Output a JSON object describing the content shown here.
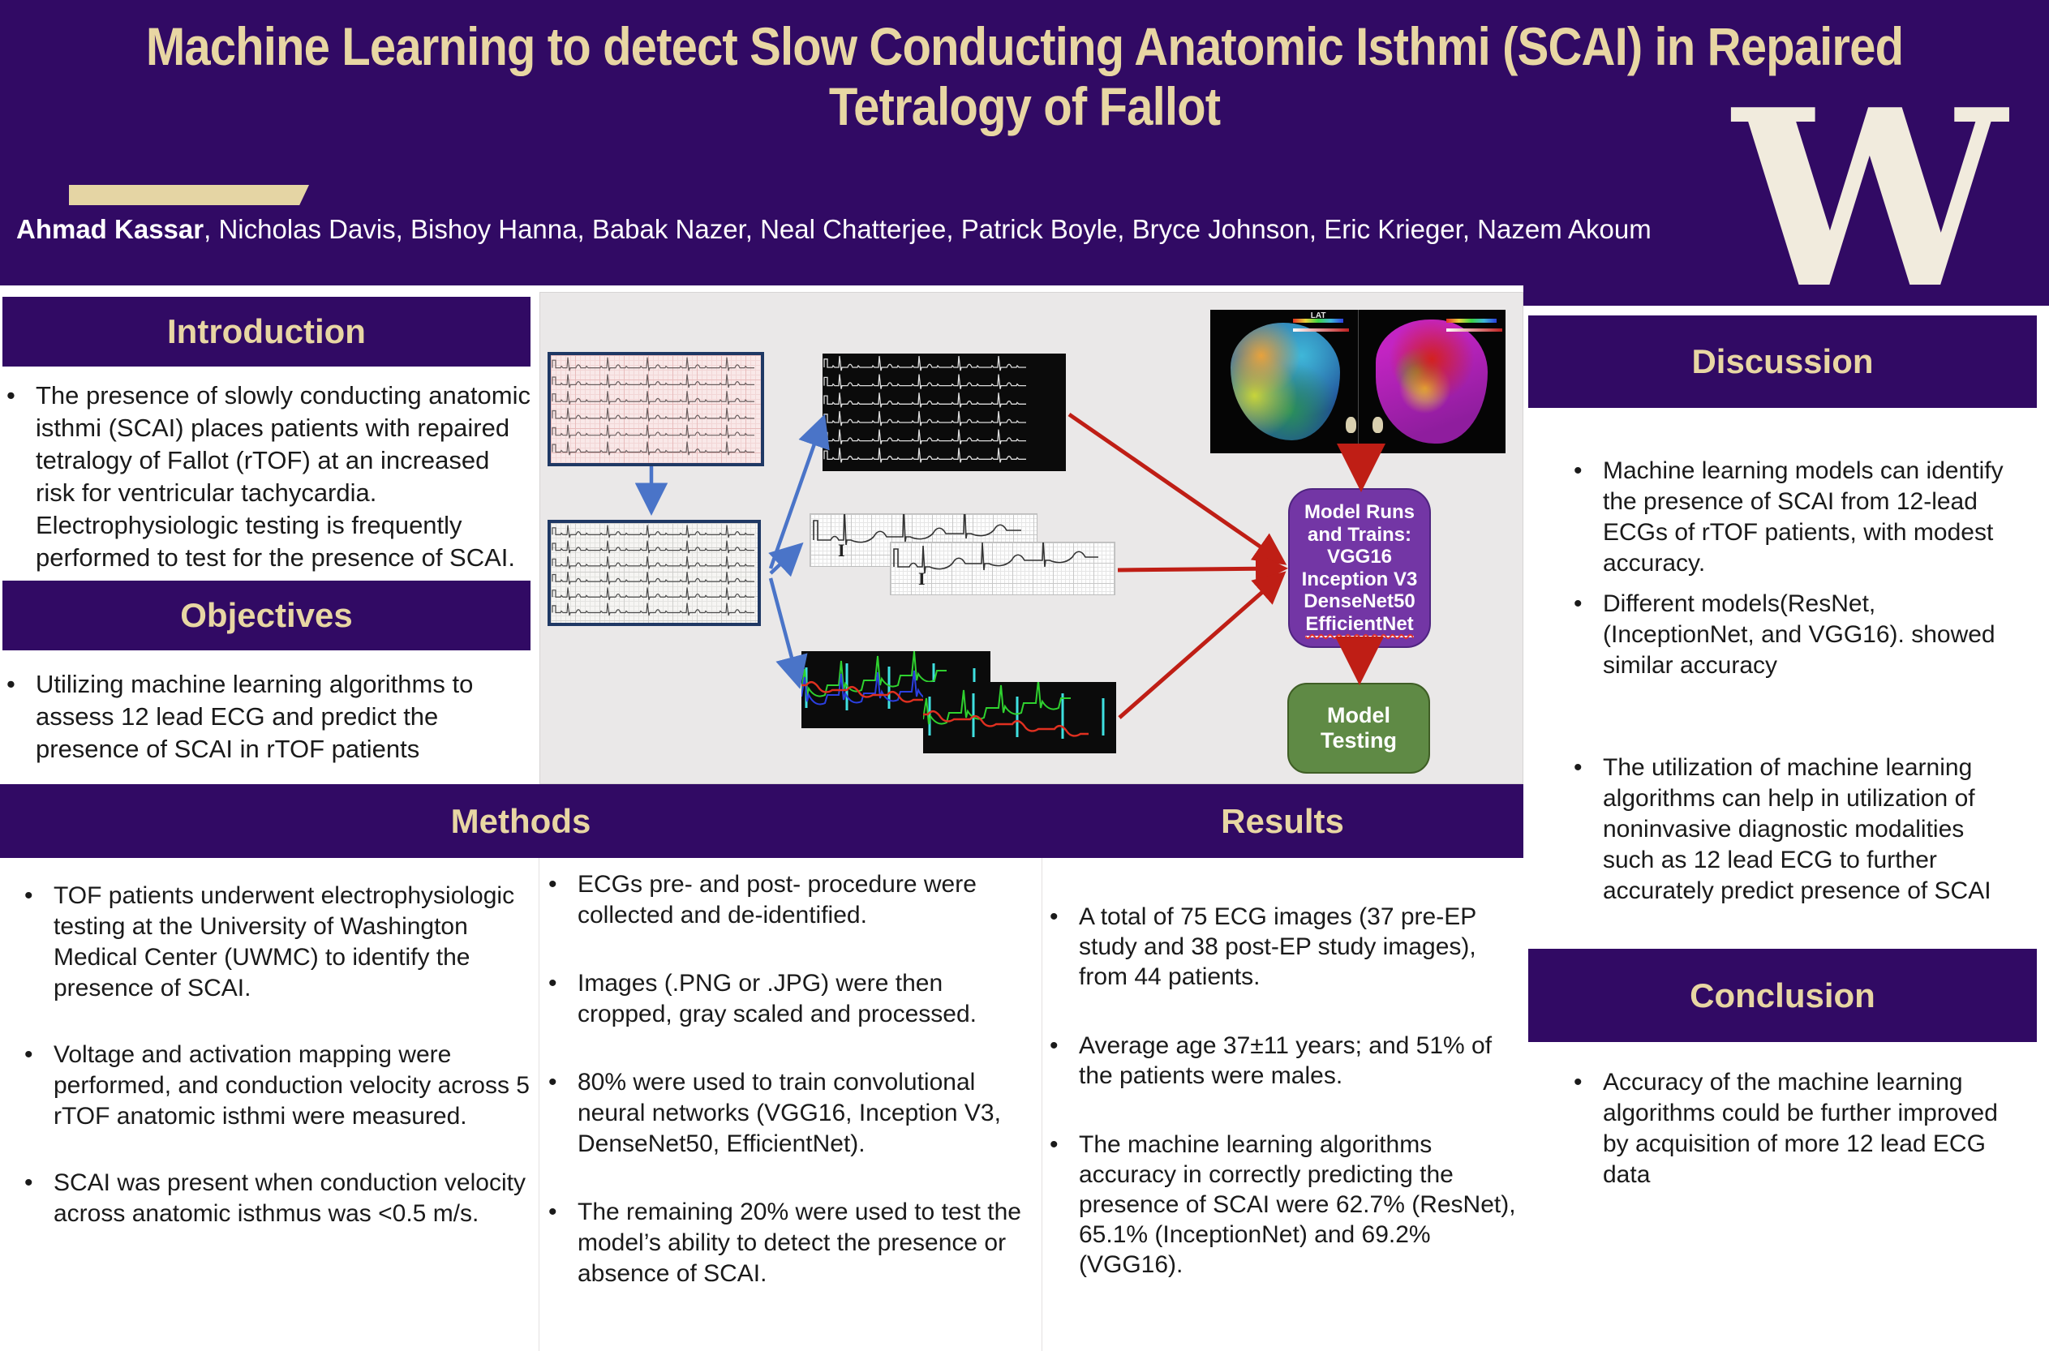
{
  "header": {
    "title_line1": "Machine Learning to detect Slow Conducting Anatomic Isthmi (SCAI) in Repaired",
    "title_line2": "Tetralogy of Fallot",
    "author_lead": "Ahmad Kassar",
    "authors_rest": ", Nicholas Davis, Bishoy Hanna, Babak Nazer, Neal Chatterjee, Patrick Boyle, Bryce Johnson, Eric Krieger, Nazem Akoum",
    "logo_letter": "W",
    "colors": {
      "uw_purple": "#310a64",
      "heading_tan": "#e8d6a3",
      "model_box_purple": "#7336a5",
      "testing_box_green": "#5f8a45",
      "arrow_red": "#bf1e15",
      "arrow_blue": "#4a74c8"
    }
  },
  "sections": {
    "introduction": {
      "title": "Introduction",
      "bullets": [
        "The presence of slowly conducting anatomic isthmi (SCAI) places patients with repaired tetralogy of Fallot (rTOF) at an increased risk for ventricular tachycardia. Electrophysiologic testing is frequently performed to test for the presence of SCAI."
      ]
    },
    "objectives": {
      "title": "Objectives",
      "bullets": [
        "Utilizing machine learning algorithms to assess 12 lead ECG and predict the presence of SCAI in rTOF patients"
      ]
    },
    "methods": {
      "title": "Methods",
      "col1_bullets": [
        "TOF patients underwent electrophysiologic testing at the University of Washington Medical Center (UWMC) to identify the presence of SCAI.",
        "Voltage and activation mapping were performed, and conduction velocity across 5 rTOF anatomic isthmi were measured.",
        "SCAI was present when conduction velocity across anatomic isthmus was <0.5 m/s."
      ],
      "col2_bullets": [
        "ECGs pre- and post- procedure were collected and de-identified.",
        "Images (.PNG or .JPG) were then cropped, gray scaled and processed.",
        "80% were used to train convolutional neural networks (VGG16, Inception V3, DenseNet50, EfficientNet).",
        "The remaining 20% were used to test the model’s ability to detect the presence or absence of SCAI."
      ]
    },
    "results": {
      "title": "Results",
      "bullets": [
        "A total of 75 ECG images (37 pre-EP study and 38 post-EP study images), from 44 patients.",
        "Average age 37±11 years; and 51% of the patients were males.",
        "The machine learning algorithms accuracy in correctly predicting the presence of SCAI were 62.7% (ResNet), 65.1% (InceptionNet) and 69.2% (VGG16)."
      ]
    },
    "discussion": {
      "title": "Discussion",
      "bullets": [
        "Machine learning models can identify the presence of SCAI from 12-lead ECGs of rTOF patients, with modest accuracy.",
        "Different models(ResNet, (InceptionNet, and VGG16). showed similar accuracy",
        "The utilization of machine learning algorithms can help in utilization of noninvasive diagnostic modalities such as 12 lead ECG to further accurately predict presence of SCAI"
      ]
    },
    "conclusion": {
      "title": "Conclusion",
      "bullets": [
        "Accuracy of the machine learning algorithms could be further improved by acquisition of more 12 lead ECG data"
      ]
    }
  },
  "figure": {
    "model_box_lines": [
      "Model Runs",
      "and Trains:",
      "VGG16",
      "Inception V3",
      "DenseNet50",
      "EfficientNet"
    ],
    "testing_box_label": "Model Testing",
    "heart_map_legend": "LAT",
    "lead_label": "I"
  }
}
